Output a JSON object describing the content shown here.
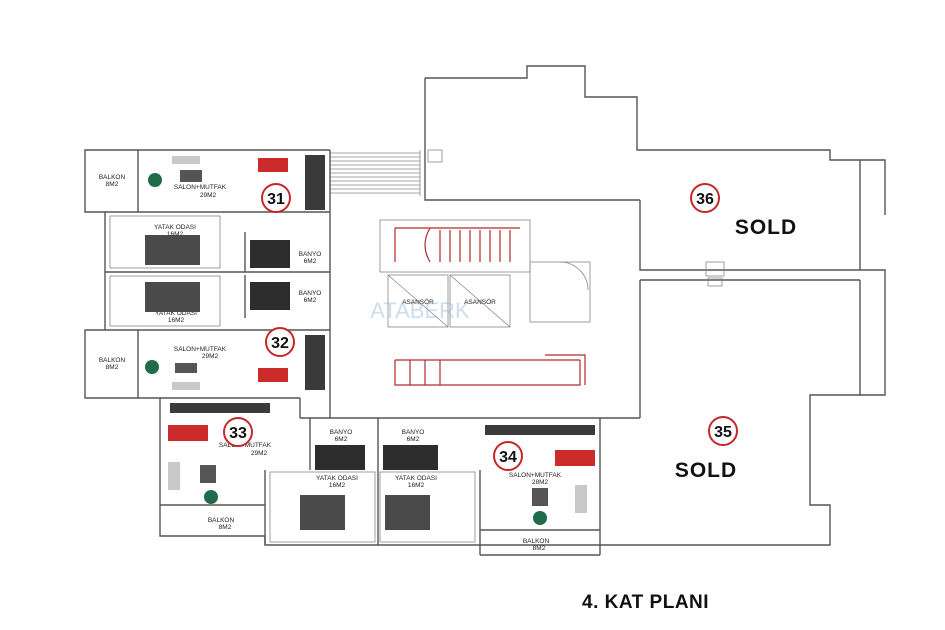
{
  "title": "4. KAT PLANI",
  "watermark": "ATABERK",
  "units": [
    {
      "number": "31",
      "status": "",
      "rooms": [
        "BALKON",
        "8M2",
        "SALON+MUTFAK",
        "29M2",
        "YATAK ODASI",
        "16M2",
        "BANYO",
        "6M2"
      ]
    },
    {
      "number": "32",
      "status": "",
      "rooms": [
        "BANYO",
        "6M2",
        "YATAK ODASI",
        "16M2",
        "SALON+MUTFAK",
        "29M2",
        "BALKON",
        "8M2"
      ]
    },
    {
      "number": "33",
      "status": "",
      "rooms": [
        "SALON+MUTFAK",
        "29M2",
        "BANYO",
        "6M2",
        "YATAK ODASI",
        "16M2",
        "BALKON",
        "8M2"
      ]
    },
    {
      "number": "34",
      "status": "",
      "rooms": [
        "BANYO",
        "6M2",
        "YATAK ODASI",
        "16M2",
        "SALON+MUTFAK",
        "28M2",
        "BALKON",
        "8M2"
      ]
    },
    {
      "number": "35",
      "status": "SOLD"
    },
    {
      "number": "36",
      "status": "SOLD"
    }
  ],
  "core": {
    "elevator_1": "ASANSÖR",
    "elevator_2": "ASANSÖR"
  },
  "colors": {
    "unit_circle": "#c62828",
    "stair_red": "#b32a2a",
    "watermark": "#8fb8d8"
  }
}
